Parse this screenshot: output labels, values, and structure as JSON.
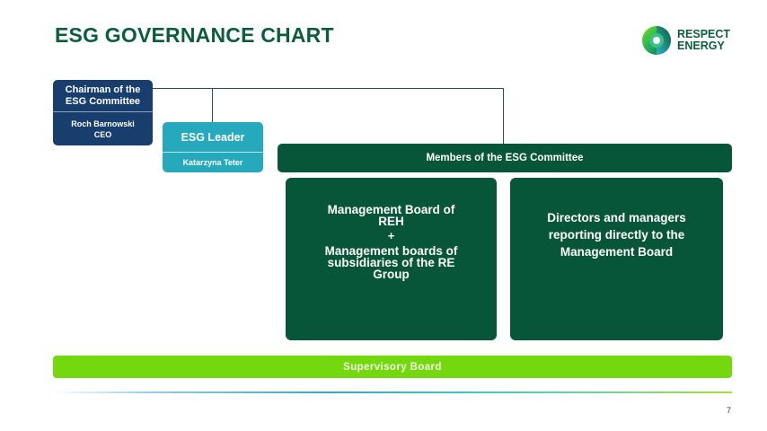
{
  "slide": {
    "title": "ESG GOVERNANCE CHART",
    "page_number": "7"
  },
  "logo": {
    "icon": "respect-energy-ring-logo",
    "line1": "RESPECT",
    "line2": "ENERGY"
  },
  "org_chart": {
    "chairman": {
      "title": "Chairman of the ESG Committee",
      "name": "Roch Barnowski",
      "role": "CEO"
    },
    "esg_leader": {
      "title": "ESG Leader",
      "name": "Katarzyna Teter"
    },
    "members": {
      "title": "Members of the ESG Committee",
      "groups": [
        {
          "line1": "Management Board of",
          "line2": "REH",
          "connector": "+",
          "line3": "Management boards of",
          "line4": "subsidiaries of the RE",
          "line5": "Group"
        },
        {
          "line1": "Directors and managers",
          "line2": "reporting directly to the",
          "line3": "Management Board"
        }
      ]
    },
    "supervisory_board": "Supervisory Board"
  },
  "colors": {
    "title_green": "#0b5e3a",
    "chairman_navy": "#183e6e",
    "leader_teal": "#27a9bd",
    "members_green": "#07563a",
    "supervisory_lime": "#73d90e",
    "connector": "#2c4e5e"
  }
}
